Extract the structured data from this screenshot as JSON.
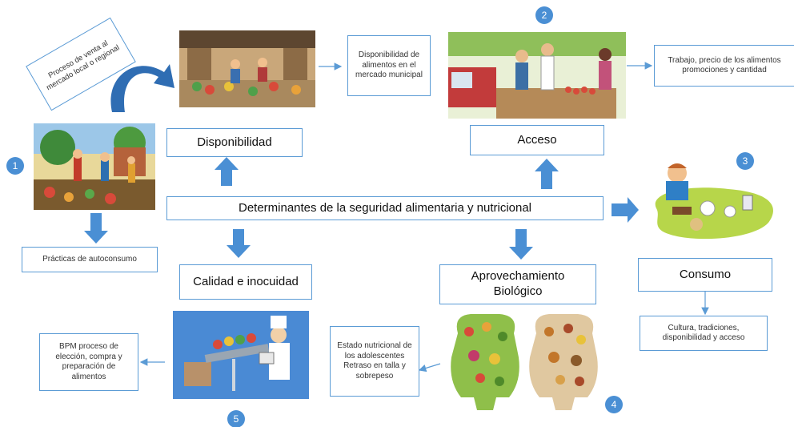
{
  "center": {
    "label": "Determinantes de la seguridad alimentaria y nutricional"
  },
  "dimensions": {
    "disponibilidad": "Disponibilidad",
    "acceso": "Acceso",
    "calidad": "Calidad e inocuidad",
    "aprovechamiento_line1": "Aprovechamiento",
    "aprovechamiento_line2": "Biológico",
    "consumo": "Consumo"
  },
  "notes": {
    "venta": "Proceso de venta al mercado local o regional",
    "mercado": "Disponibilidad de alimentos en el mercado municipal",
    "trabajo": "Trabajo, precio de los alimentos promociones y cantidad",
    "autoconsumo": "Prácticas de autoconsumo",
    "cultura": "Cultura, tradiciones, disponibilidad y acceso",
    "estado": "Estado nutricional de los adolescentes Retraso en talla y sobrepeso",
    "bpm": "BPM proceso de elección, compra y preparación de alimentos"
  },
  "badges": [
    "1",
    "2",
    "3",
    "4",
    "5"
  ],
  "colors": {
    "accent": "#5b9bd5",
    "badge": "#4a8fd4",
    "arrow": "#4a8fd4"
  },
  "images": {
    "granja": "farm-family-illustration",
    "mercado": "market-illustration",
    "venta": "vendor-selling-illustration",
    "comida": "child-eating-illustration",
    "verduras": "healthy-vs-junk-food-figures",
    "inocuidad": "food-inspector-illustration"
  }
}
